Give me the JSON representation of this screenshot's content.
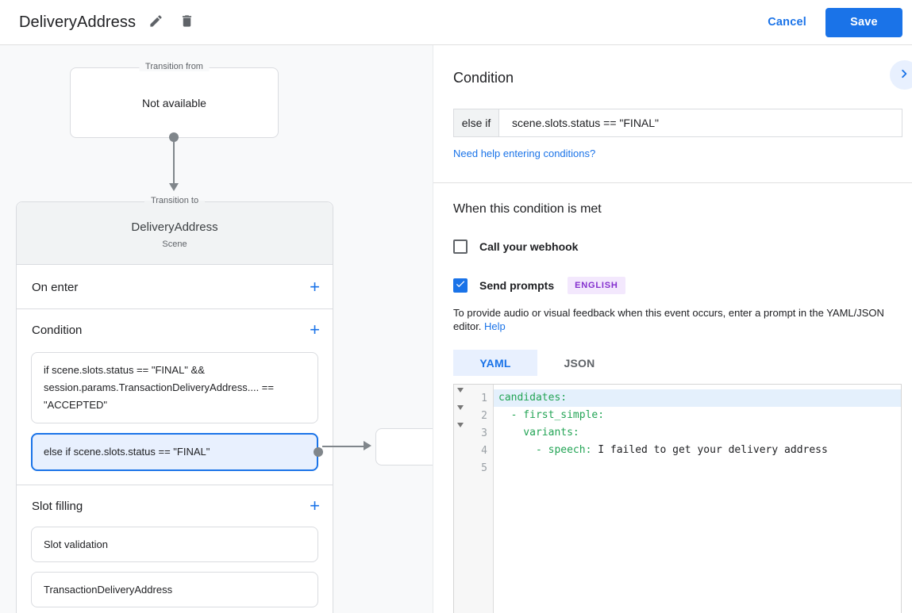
{
  "header": {
    "title": "DeliveryAddress",
    "cancel_label": "Cancel",
    "save_label": "Save"
  },
  "icons": {
    "plus": "+"
  },
  "colors": {
    "accent": "#1a73e8",
    "selected_condition_bg": "#e8f0fe",
    "badge_bg": "#f3e8fd",
    "badge_text": "#8430ce",
    "yaml_key_green": "#23a455",
    "panel_bg": "#f8f9fa"
  },
  "diagram": {
    "transition_from": {
      "label": "Transition from",
      "content": "Not available"
    },
    "transition_to": {
      "label": "Transition to",
      "scene_name": "DeliveryAddress",
      "scene_type": "Scene"
    },
    "on_enter": {
      "title": "On enter"
    },
    "condition": {
      "title": "Condition",
      "items": [
        "if scene.slots.status == \"FINAL\" && session.params.TransactionDeliveryAddress.... == \"ACCEPTED\"",
        "else if scene.slots.status == \"FINAL\""
      ]
    },
    "slot_filling": {
      "title": "Slot filling",
      "items": [
        "Slot validation",
        "TransactionDeliveryAddress"
      ]
    }
  },
  "panel": {
    "title": "Condition",
    "condition_row": {
      "prefix": "else if",
      "value": "scene.slots.status == \"FINAL\""
    },
    "help_link": "Need help entering conditions?",
    "when_met_title": "When this condition is met",
    "webhook": {
      "label": "Call your webhook",
      "checked": "false"
    },
    "prompts": {
      "label": "Send prompts",
      "checked": "true",
      "badge": "ENGLISH"
    },
    "helper_text": "To provide audio or visual feedback when this event occurs, enter a prompt in the YAML/JSON editor.",
    "helper_link": "Help",
    "tabs": {
      "yaml": "YAML",
      "json": "JSON",
      "active": "YAML"
    },
    "editor": {
      "language": "YAML",
      "lines": [
        {
          "num": "1",
          "key": "candidates:",
          "value": ""
        },
        {
          "num": "2",
          "key": "  - first_simple:",
          "value": ""
        },
        {
          "num": "3",
          "key": "    variants:",
          "value": ""
        },
        {
          "num": "4",
          "key": "      - speech: ",
          "value": "I failed to get your delivery address"
        },
        {
          "num": "5",
          "key": "",
          "value": ""
        }
      ]
    }
  }
}
